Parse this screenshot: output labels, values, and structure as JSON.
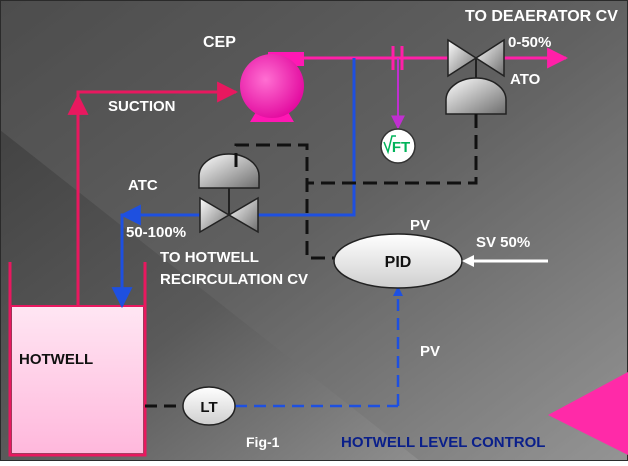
{
  "labels": {
    "to_deaerator_cv": "TO DEAERATOR CV",
    "range_deaerator": "0-50%",
    "ato": "ATO",
    "cep": "CEP",
    "suction": "SUCTION",
    "flow_transmitter": "FT",
    "atc": "ATC",
    "range_recirc": "50-100%",
    "to_hotwell_line1": "TO HOTWELL",
    "to_hotwell_line2": "RECIRCULATION CV",
    "pid": "PID",
    "pv_top": "PV",
    "setpoint": "SV  50%",
    "pv_bottom": "PV",
    "hotwell": "HOTWELL",
    "level_transmitter": "LT",
    "figure": "Fig-1",
    "title": "HOTWELL LEVEL CONTROL"
  },
  "colors": {
    "bg_dark": "#3d3d3d",
    "bg_light": "#8a8a8a",
    "process_line": "#e8185f",
    "discharge_line": "#ff1fa8",
    "recirc_line": "#1e50e0",
    "signal_line": "#111111",
    "pump": "#ff18b4",
    "hotwell_fill": "#ffd6ec",
    "label_text": "#ffffff",
    "title_text": "#0a1f8a"
  }
}
